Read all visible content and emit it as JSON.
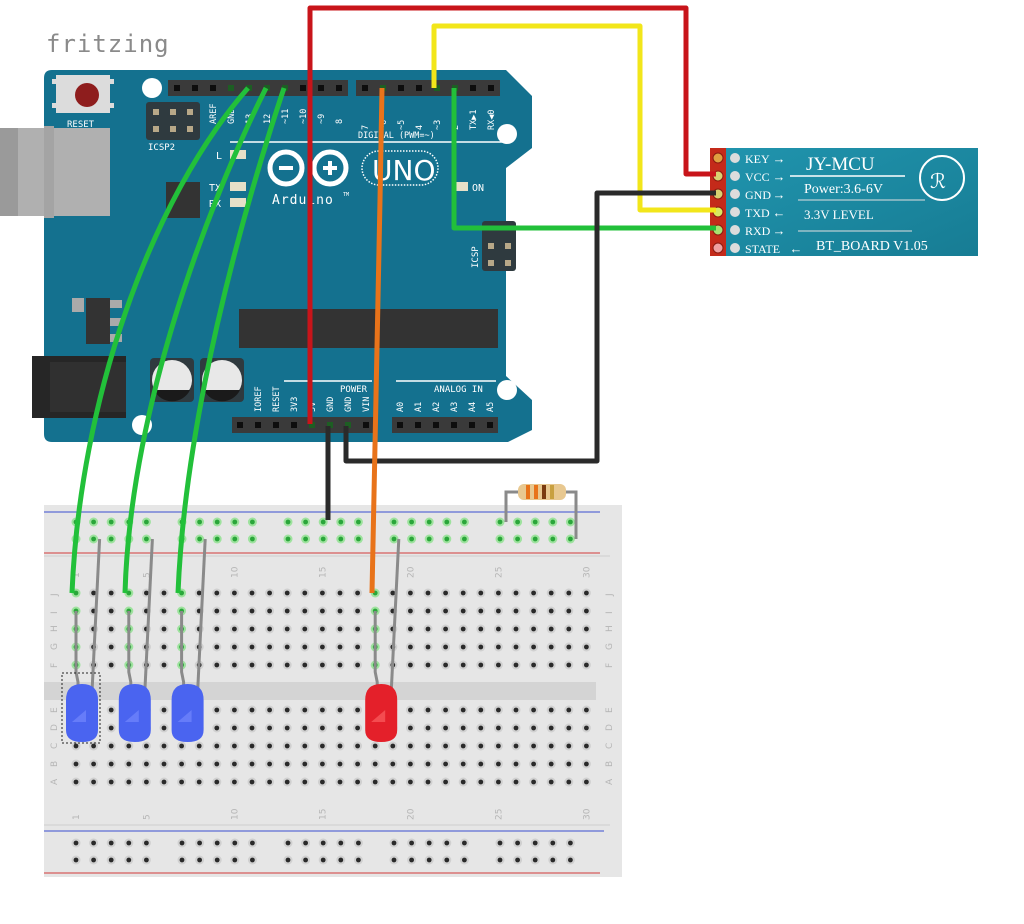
{
  "app": {
    "logo": "fritzing"
  },
  "arduino": {
    "reset_label": "RESET",
    "icsp2_label": "ICSP2",
    "icsp_label": "ICSP",
    "brand": "Arduino",
    "tm": "TM",
    "model": "UNO",
    "led_labels": {
      "l": "L",
      "tx": "TX",
      "rx": "RX",
      "on": "ON"
    },
    "digital_label": "DIGITAL (PWM=~)",
    "power_label": "POWER",
    "analog_label": "ANALOG IN",
    "top_left_pins": [
      "",
      "",
      "AREF",
      "GND",
      "13",
      "12",
      "~11",
      "~10",
      "~9",
      "8"
    ],
    "top_right_pins": [
      "7",
      "~6",
      "~5",
      "4",
      "~3",
      "2",
      "TX▶1",
      "RX◀0"
    ],
    "power_pins": [
      "",
      "IOREF",
      "RESET",
      "3V3",
      "5V",
      "GND",
      "GND",
      "VIN"
    ],
    "analog_pins": [
      "A0",
      "A1",
      "A2",
      "A3",
      "A4",
      "A5"
    ]
  },
  "bt_module": {
    "title": "JY-MCU",
    "power": "Power:3.6-6V",
    "level": "3.3V  LEVEL",
    "board": "BT_BOARD  V1.05",
    "pins": [
      "KEY",
      "VCC",
      "GND",
      "TXD",
      "RXD",
      "STATE"
    ],
    "pin_arrows": [
      "→",
      "→",
      "→",
      "←",
      "→",
      "←"
    ]
  },
  "breadboard": {
    "row_labels_top": [
      "J",
      "I",
      "H",
      "G",
      "F"
    ],
    "row_labels_bottom": [
      "E",
      "D",
      "C",
      "B",
      "A"
    ],
    "column_numbers": [
      "1",
      "5",
      "10",
      "15",
      "20",
      "25",
      "30"
    ],
    "columns": 30
  },
  "components": {
    "leds": [
      {
        "name": "LED1",
        "color": "blue",
        "column": 1,
        "selected": true
      },
      {
        "name": "LED2",
        "color": "blue",
        "column": 4
      },
      {
        "name": "LED3",
        "color": "blue",
        "column": 7
      },
      {
        "name": "LED4",
        "color": "red",
        "column": 18
      }
    ],
    "resistor": {
      "bands": [
        "orange",
        "orange",
        "brown",
        "gold"
      ]
    }
  },
  "wires": [
    {
      "name": "wire-pin13-led1",
      "color": "#22c03a",
      "from": "Arduino D13",
      "to": "Breadboard J1"
    },
    {
      "name": "wire-pin12-led2",
      "color": "#22c03a",
      "from": "Arduino D12",
      "to": "Breadboard J4"
    },
    {
      "name": "wire-pin11-led3",
      "color": "#22c03a",
      "from": "Arduino D11",
      "to": "Breadboard J7"
    },
    {
      "name": "wire-6-led4",
      "color": "#e8731a",
      "from": "Arduino D6",
      "to": "Breadboard J18"
    },
    {
      "name": "wire-5v-vcc",
      "color": "#c8141a",
      "from": "Arduino 5V",
      "to": "BT VCC"
    },
    {
      "name": "wire-d3-txd",
      "color": "#f2e61a",
      "from": "Arduino D3",
      "to": "BT TXD"
    },
    {
      "name": "wire-d2-rxd",
      "color": "#22c03a",
      "from": "Arduino D2",
      "to": "BT RXD"
    },
    {
      "name": "wire-gnd-bt",
      "color": "#2a2a2a",
      "from": "Arduino GND",
      "to": "BT GND"
    },
    {
      "name": "wire-gnd-rail",
      "color": "#2a2a2a",
      "from": "Arduino GND",
      "to": "Breadboard GND rail"
    }
  ],
  "colors": {
    "board": "#14718f",
    "header": "#3a3a3a",
    "breadboard": "#e6e6e6",
    "bt_pcb": "#1b8aa3",
    "rail_blue": "#3a4fd0",
    "rail_red": "#d23a3a"
  }
}
